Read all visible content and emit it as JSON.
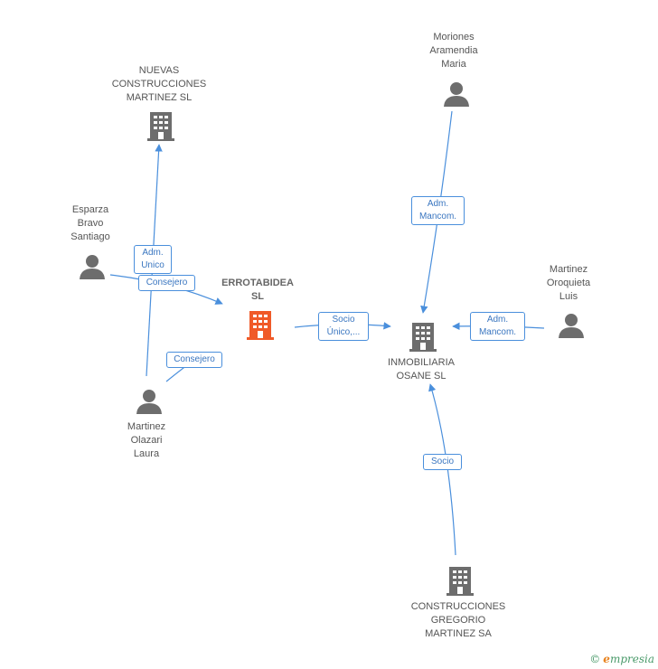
{
  "nodes": {
    "errotabidea": {
      "label": "ERROTABIDEA\nSL",
      "kind": "company",
      "color": "#f05a28"
    },
    "nuevas": {
      "label": "NUEVAS\nCONSTRUCCIONES\nMARTINEZ SL",
      "kind": "company",
      "color": "#6d6d6d"
    },
    "inmobiliaria": {
      "label": "INMOBILIARIA\nOSANE SL",
      "kind": "company",
      "color": "#6d6d6d"
    },
    "construcciones": {
      "label": "CONSTRUCCIONES\nGREGORIO\nMARTINEZ SA",
      "kind": "company",
      "color": "#6d6d6d"
    },
    "esparza": {
      "label": "Esparza\nBravo\nSantiago",
      "kind": "person",
      "color": "#6d6d6d"
    },
    "laura": {
      "label": "Martinez\nOlazari\nLaura",
      "kind": "person",
      "color": "#6d6d6d"
    },
    "moriones": {
      "label": "Moriones\nAramendia\nMaria",
      "kind": "person",
      "color": "#6d6d6d"
    },
    "oroquieta": {
      "label": "Martinez\nOroquieta\nLuis",
      "kind": "person",
      "color": "#6d6d6d"
    }
  },
  "edges": {
    "adm_unico": {
      "label": "Adm.\nUnico"
    },
    "consejero_esparza": {
      "label": "Consejero"
    },
    "consejero_laura": {
      "label": "Consejero"
    },
    "socio_unico": {
      "label": "Socio\nÚnico,..."
    },
    "adm_mancom_moriones": {
      "label": "Adm.\nMancom."
    },
    "adm_mancom_oroquieta": {
      "label": "Adm.\nMancom."
    },
    "socio": {
      "label": "Socio"
    }
  },
  "icons": {
    "company": "building-icon",
    "person": "person-icon"
  },
  "colors": {
    "edge": "#4a8fdc",
    "focus": "#f05a28",
    "neutral": "#6d6d6d"
  },
  "brand": {
    "copyright": "©",
    "initial": "e",
    "name": "mpresia"
  }
}
